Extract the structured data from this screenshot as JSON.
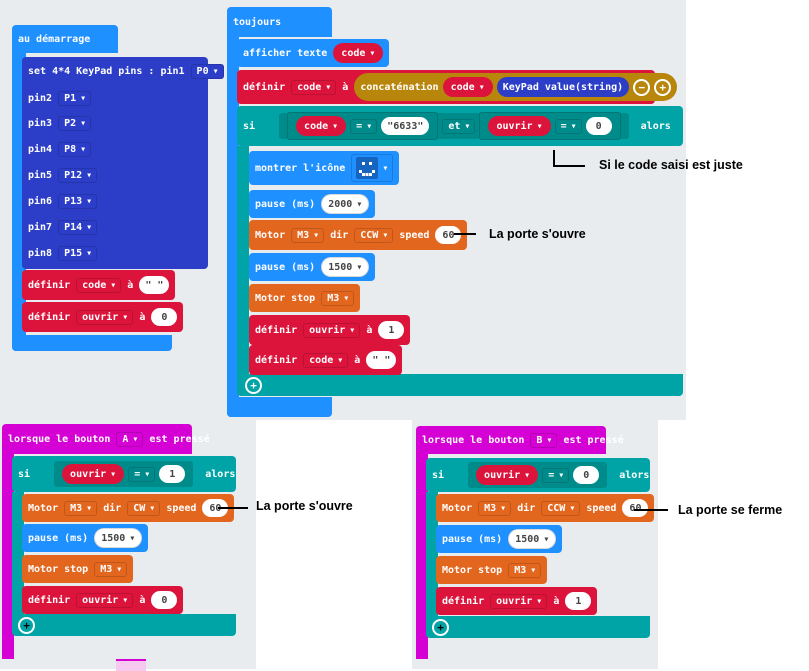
{
  "colors": {
    "basic": "#1e90ff",
    "loops": "#00a4a6",
    "variables": "#dc143c",
    "keypad": "#2c3ec8",
    "motor": "#e3661f",
    "input": "#d400d4",
    "text": "#b8860b",
    "logic": "#008b8b"
  },
  "on_start": {
    "title": "au démarrage",
    "keypad": {
      "label": "set 4*4 KeyPad pins : pin1",
      "value": "P0"
    },
    "pins": [
      {
        "label": "pin2",
        "value": "P1"
      },
      {
        "label": "pin3",
        "value": "P2"
      },
      {
        "label": "pin4",
        "value": "P8"
      },
      {
        "label": "pin5",
        "value": "P12"
      },
      {
        "label": "pin6",
        "value": "P13"
      },
      {
        "label": "pin7",
        "value": "P14"
      },
      {
        "label": "pin8",
        "value": "P15"
      }
    ],
    "set_code": {
      "kw": "définir",
      "var": "code",
      "to": "à",
      "value": "\" \""
    },
    "set_ouvrir": {
      "kw": "définir",
      "var": "ouvrir",
      "to": "à",
      "value": "0"
    }
  },
  "forever": {
    "title": "toujours",
    "show_text": {
      "label": "afficher texte",
      "var": "code"
    },
    "set_code": {
      "kw": "définir",
      "var": "code",
      "to": "à",
      "join": "concaténation",
      "var2": "code",
      "keypad": "KeyPad value(string)",
      "minus": "−",
      "plus": "+"
    },
    "if": {
      "si": "si",
      "var1": "code",
      "op1": "=",
      "val1": "\"6633\"",
      "and": "et",
      "var2": "ouvrir",
      "op2": "=",
      "val2": "0",
      "alors": "alors"
    },
    "show_icon": {
      "label": "montrer l'icône"
    },
    "pause1": {
      "label": "pause (ms)",
      "value": "2000"
    },
    "motor": {
      "label": "Motor",
      "motor": "M3",
      "dir": "dir",
      "dirval": "CCW",
      "speed": "speed",
      "speedval": "60"
    },
    "pause2": {
      "label": "pause (ms)",
      "value": "1500"
    },
    "stop": {
      "label": "Motor stop",
      "motor": "M3"
    },
    "set_ouvrir": {
      "kw": "définir",
      "var": "ouvrir",
      "to": "à",
      "value": "1"
    },
    "set_code2": {
      "kw": "définir",
      "var": "code",
      "to": "à",
      "value": "\" \""
    }
  },
  "button_a": {
    "title": "lorsque le bouton",
    "button": "A",
    "pressed": "est pressé",
    "if": {
      "si": "si",
      "var": "ouvrir",
      "op": "=",
      "val": "1",
      "alors": "alors"
    },
    "motor": {
      "label": "Motor",
      "motor": "M3",
      "dir": "dir",
      "dirval": "CW",
      "speed": "speed",
      "speedval": "60"
    },
    "pause": {
      "label": "pause (ms)",
      "value": "1500"
    },
    "stop": {
      "label": "Motor stop",
      "motor": "M3"
    },
    "set": {
      "kw": "définir",
      "var": "ouvrir",
      "to": "à",
      "value": "0"
    }
  },
  "button_b": {
    "title": "lorsque le bouton",
    "button": "B",
    "pressed": "est pressé",
    "if": {
      "si": "si",
      "var": "ouvrir",
      "op": "=",
      "val": "0",
      "alors": "alors"
    },
    "motor": {
      "label": "Motor",
      "motor": "M3",
      "dir": "dir",
      "dirval": "CCW",
      "speed": "speed",
      "speedval": "60"
    },
    "pause": {
      "label": "pause (ms)",
      "value": "1500"
    },
    "stop": {
      "label": "Motor stop",
      "motor": "M3"
    },
    "set": {
      "kw": "définir",
      "var": "ouvrir",
      "to": "à",
      "value": "1"
    }
  },
  "comments": {
    "code_ok": "Si le code saisi est juste",
    "door_opens_1": "La porte s'ouvre",
    "door_opens_2": "La porte s'ouvre",
    "door_closes": "La porte se ferme"
  }
}
